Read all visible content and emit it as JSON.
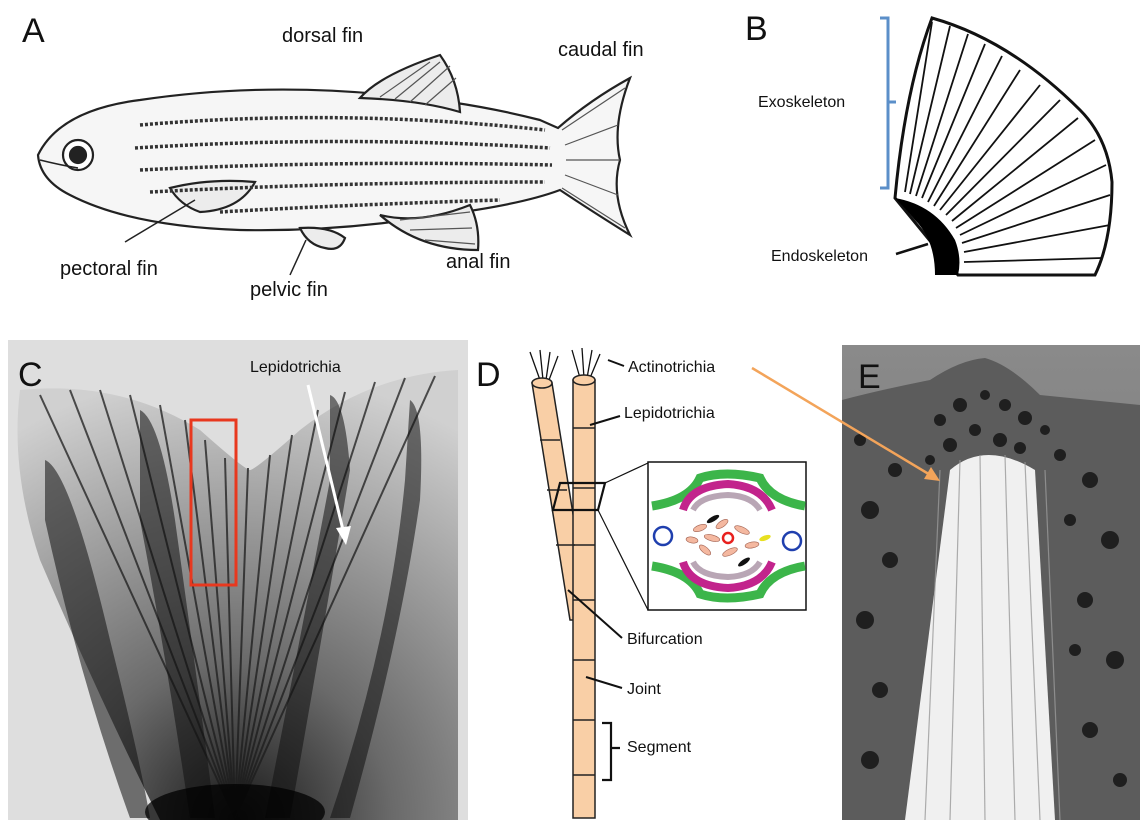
{
  "panels": {
    "a": {
      "letter": "A",
      "labels": {
        "dorsal": "dorsal fin",
        "caudal": "caudal fin",
        "pectoral": "pectoral fin",
        "pelvic": "pelvic fin",
        "anal": "anal fin"
      }
    },
    "b": {
      "letter": "B",
      "labels": {
        "exo": "Exoskeleton",
        "endo": "Endoskeleton"
      },
      "colors": {
        "bracket": "#5b8fc9"
      }
    },
    "c": {
      "letter": "C",
      "labels": {
        "lepido": "Lepidotrichia"
      },
      "colors": {
        "box": "#e8381e"
      }
    },
    "d": {
      "letter": "D",
      "labels": {
        "actino": "Actinotrichia",
        "lepido": "Lepidotrichia",
        "bifurcation": "Bifurcation",
        "joint": "Joint",
        "segment": "Segment"
      },
      "colors": {
        "ray": "#f9cfa6",
        "green": "#3cb54a",
        "magenta": "#c2248c",
        "blue": "#1f3fae",
        "red": "#e8201e",
        "arrow": "#f3a45a"
      }
    },
    "e": {
      "letter": "E"
    }
  }
}
